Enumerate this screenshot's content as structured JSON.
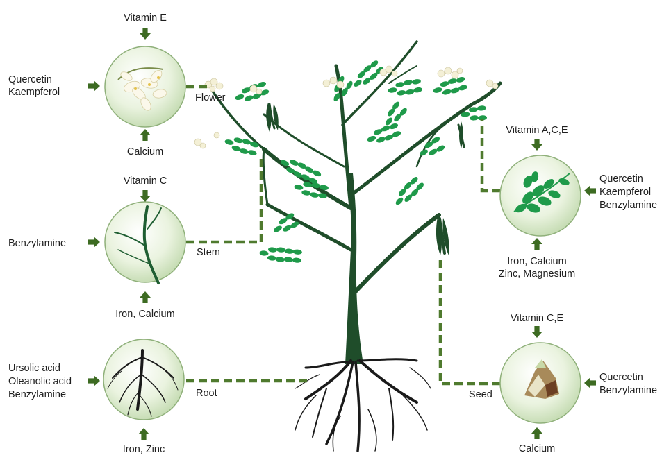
{
  "parts": {
    "flower": {
      "label": "Flower",
      "top": "Vitamin E",
      "side": [
        "Quercetin",
        "Kaempferol"
      ],
      "bottom": "Calcium"
    },
    "stem": {
      "label": "Stem",
      "top": "Vitamin C",
      "side": [
        "Benzylamine"
      ],
      "bottom": "Iron, Calcium"
    },
    "root": {
      "label": "Root",
      "side": [
        "Ursolic acid",
        "Oleanolic acid",
        "Benzylamine"
      ],
      "bottom": "Iron, Zinc"
    },
    "leaf": {
      "top": "Vitamin A,C,E",
      "side": [
        "Quercetin",
        "Kaempferol",
        "Benzylamine"
      ],
      "bottom": [
        "Iron, Calcium",
        "Zinc, Magnesium"
      ]
    },
    "seed": {
      "label": "Seed",
      "top": "Vitamin C,E",
      "side": [
        "Quercetin",
        "Benzylamine"
      ],
      "bottom": "Calcium"
    }
  },
  "colors": {
    "dark_green": "#1f4d2a",
    "leaf_green": "#1f9a4a",
    "arrow_green": "#3d6b22",
    "dash_green": "#4f7a2e",
    "circle_fill": "#d6e8c6",
    "circle_edge": "#8fb07a"
  },
  "icons": [
    "arrow-right-icon",
    "arrow-down-icon",
    "arrow-up-icon",
    "arrow-left-icon"
  ]
}
